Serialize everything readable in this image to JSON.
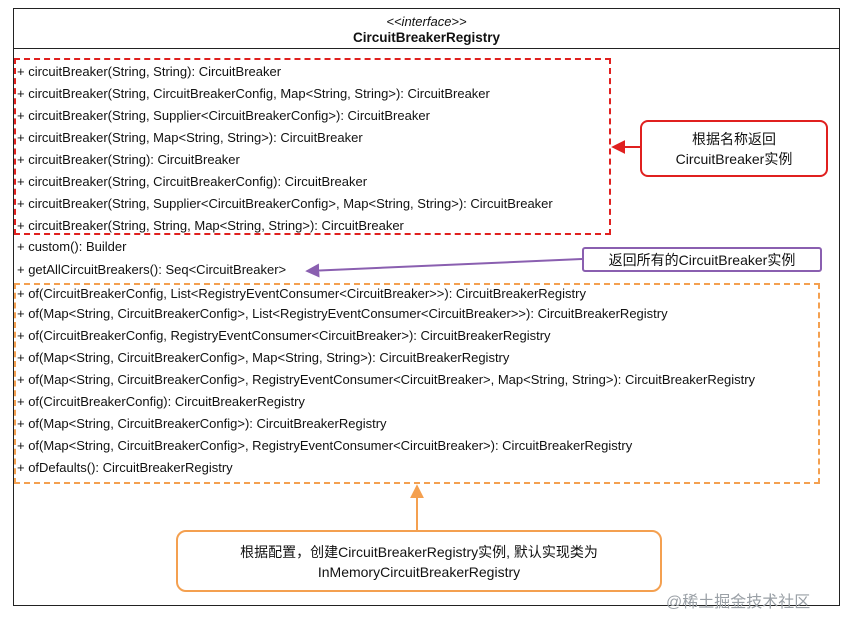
{
  "uml": {
    "stereotype": "<<interface>>",
    "class_name": "CircuitBreakerRegistry",
    "methods": [
      "+ circuitBreaker(String, String): CircuitBreaker",
      "+ circuitBreaker(String, CircuitBreakerConfig, Map<String, String>): CircuitBreaker",
      "+ circuitBreaker(String, Supplier<CircuitBreakerConfig>): CircuitBreaker",
      "+ circuitBreaker(String, Map<String, String>): CircuitBreaker",
      "+ circuitBreaker(String): CircuitBreaker",
      "+ circuitBreaker(String, CircuitBreakerConfig): CircuitBreaker",
      "+ circuitBreaker(String, Supplier<CircuitBreakerConfig>, Map<String, String>): CircuitBreaker",
      "+ circuitBreaker(String, String, Map<String, String>): CircuitBreaker",
      "+ custom(): Builder",
      "+ getAllCircuitBreakers(): Seq<CircuitBreaker>",
      "+ of(CircuitBreakerConfig, List<RegistryEventConsumer<CircuitBreaker>>): CircuitBreakerRegistry",
      "+ of(Map<String, CircuitBreakerConfig>, List<RegistryEventConsumer<CircuitBreaker>>): CircuitBreakerRegistry",
      "+ of(CircuitBreakerConfig, RegistryEventConsumer<CircuitBreaker>): CircuitBreakerRegistry",
      "+ of(Map<String, CircuitBreakerConfig>, Map<String, String>): CircuitBreakerRegistry",
      "+ of(Map<String, CircuitBreakerConfig>, RegistryEventConsumer<CircuitBreaker>, Map<String, String>): CircuitBreakerRegistry",
      "+ of(CircuitBreakerConfig): CircuitBreakerRegistry",
      "+ of(Map<String, CircuitBreakerConfig>): CircuitBreakerRegistry",
      "+ of(Map<String, CircuitBreakerConfig>, RegistryEventConsumer<CircuitBreaker>): CircuitBreakerRegistry",
      "+ ofDefaults(): CircuitBreakerRegistry"
    ]
  },
  "callouts": {
    "by_name": {
      "line1": "根据名称返回",
      "line2": "CircuitBreaker实例",
      "color": "#e0201f"
    },
    "get_all": {
      "text": "返回所有的CircuitBreaker实例",
      "color": "#8a5fb0"
    },
    "by_config": {
      "line1": "根据配置，创建CircuitBreakerRegistry实例, 默认实现类为",
      "line2": "InMemoryCircuitBreakerRegistry",
      "color": "#f4a050"
    }
  },
  "watermark": "@稀土掘金技术社区"
}
